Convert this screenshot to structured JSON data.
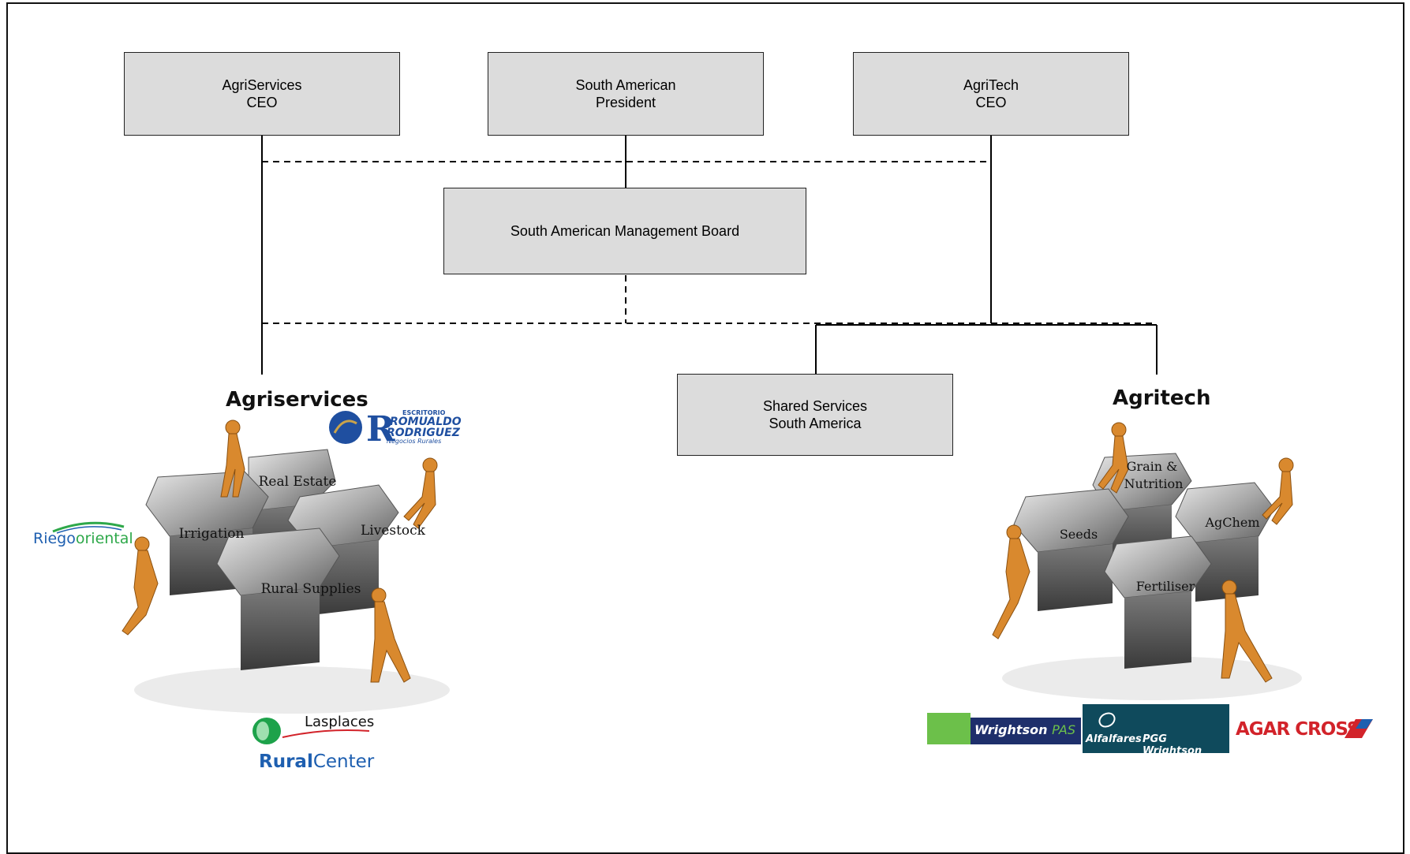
{
  "nodes": {
    "agriservices_ceo": {
      "line1": "AgriServices",
      "line2": "CEO"
    },
    "sa_president": {
      "line1": "South American",
      "line2": "President"
    },
    "agritech_ceo": {
      "line1": "AgriTech",
      "line2": "CEO"
    },
    "mgmt_board": {
      "line1": "South American Management Board"
    },
    "shared_services": {
      "line1": "Shared Services",
      "line2": "South America"
    }
  },
  "divisions": {
    "agriservices": {
      "title": "Agriservices",
      "pieces": [
        "Real Estate",
        "Irrigation",
        "Livestock",
        "Rural Supplies"
      ]
    },
    "agritech": {
      "title": "Agritech",
      "pieces": [
        "Grain &",
        "Nutrition",
        "Seeds",
        "AgChem",
        "Fertiliser"
      ]
    }
  },
  "logos": {
    "romualdo": {
      "top": "ESCRITORIO",
      "line1": "ROMUALDO",
      "line2": "RODRIGUEZ",
      "sub": "Negocios Rurales",
      "mark": "R"
    },
    "riegoriental": {
      "part1": "Riego",
      "part2": "riental",
      "o": "o"
    },
    "lasplaces": {
      "name": "Lasplaces",
      "rural": "Rural",
      "center": "Center"
    },
    "wrightson_pas": {
      "name": "Wrightson",
      "suffix": "PAS"
    },
    "alfalfares": {
      "left": "Alfalfares",
      "right": "PGG Wrightson"
    },
    "agar_cross": {
      "name": "AGAR CROSS"
    }
  },
  "colors": {
    "box_fill": "#dcdcdc",
    "puzzle_gray": "#9a9a9a",
    "figure_orange": "#d9892e",
    "romualdo_blue": "#1f4fa0",
    "riego_green": "#2ea84a",
    "lasplaces_green": "#1da24a",
    "rural_blue": "#1e5fb0",
    "pas_green": "#6cc04a",
    "pas_navy": "#1e2f6b",
    "alfalfares_teal": "#0f4a5c",
    "agar_red": "#d2232a"
  }
}
